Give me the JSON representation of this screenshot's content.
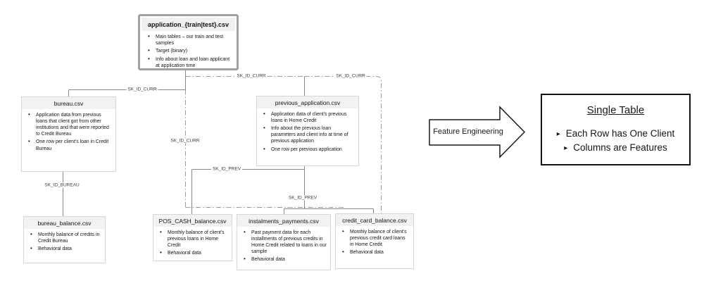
{
  "tables": {
    "application": {
      "title": "application_{train|test}.csv",
      "bullets": [
        "Main tables – our train and test samples",
        "Target (binary)",
        "Info about loan and loan applicant at application time"
      ]
    },
    "bureau": {
      "title": "bureau.csv",
      "bullets": [
        "Application data from previous loans that client got from other institutions and that were reported to Credit Bureau",
        "One row per client's loan in Credit Bureau"
      ]
    },
    "previous_application": {
      "title": "previous_application.csv",
      "bullets": [
        "Application data of client's previous loans in Home Credit",
        "Info about the previous loan parameters and client info at time of previous application",
        "One row per previous application"
      ]
    },
    "bureau_balance": {
      "title": "bureau_balance.csv",
      "bullets": [
        "Monthly balance of credits in Credit Bureau",
        "Behavioral data"
      ]
    },
    "pos_cash_balance": {
      "title": "POS_CASH_balance.csv",
      "bullets": [
        "Monthly balance of client's previous loans in Home Credit",
        "Behavioral data"
      ]
    },
    "instalments_payments": {
      "title": "instalments_payments.csv",
      "bullets": [
        "Past payment data for each installments of previous credits in Home Credit related to loans in our sample",
        "Behavioral data"
      ]
    },
    "credit_card_balance": {
      "title": "credit_card_balance.csv",
      "bullets": [
        "Monthly balance of client's previous credit card loans in Home Credit",
        "Behavioral data"
      ]
    }
  },
  "edges": {
    "app_bureau": "SK_ID_CURR",
    "app_previous": "SK_ID_CURR",
    "app_credit_card": "SK_ID_CURR",
    "app_bottom_tables": "SK_ID_CURR",
    "previous_pos": "SK_ID_PREV",
    "previous_bottom": "SK_ID_PREV",
    "bureau_balance": "SK_ID_BUREAU"
  },
  "process_arrow": {
    "label": "Feature Engineering"
  },
  "result": {
    "title": "Single Table",
    "bullets": [
      "Each Row has One Client",
      "Columns are Features"
    ]
  },
  "colors": {
    "node_border": "#d6d6d6",
    "node_header": "#f2f2f2",
    "application_border": "#a3a3a3",
    "solid_line": "#878787",
    "dashdot_line": "#9a9a9a",
    "result_border": "#141414"
  }
}
